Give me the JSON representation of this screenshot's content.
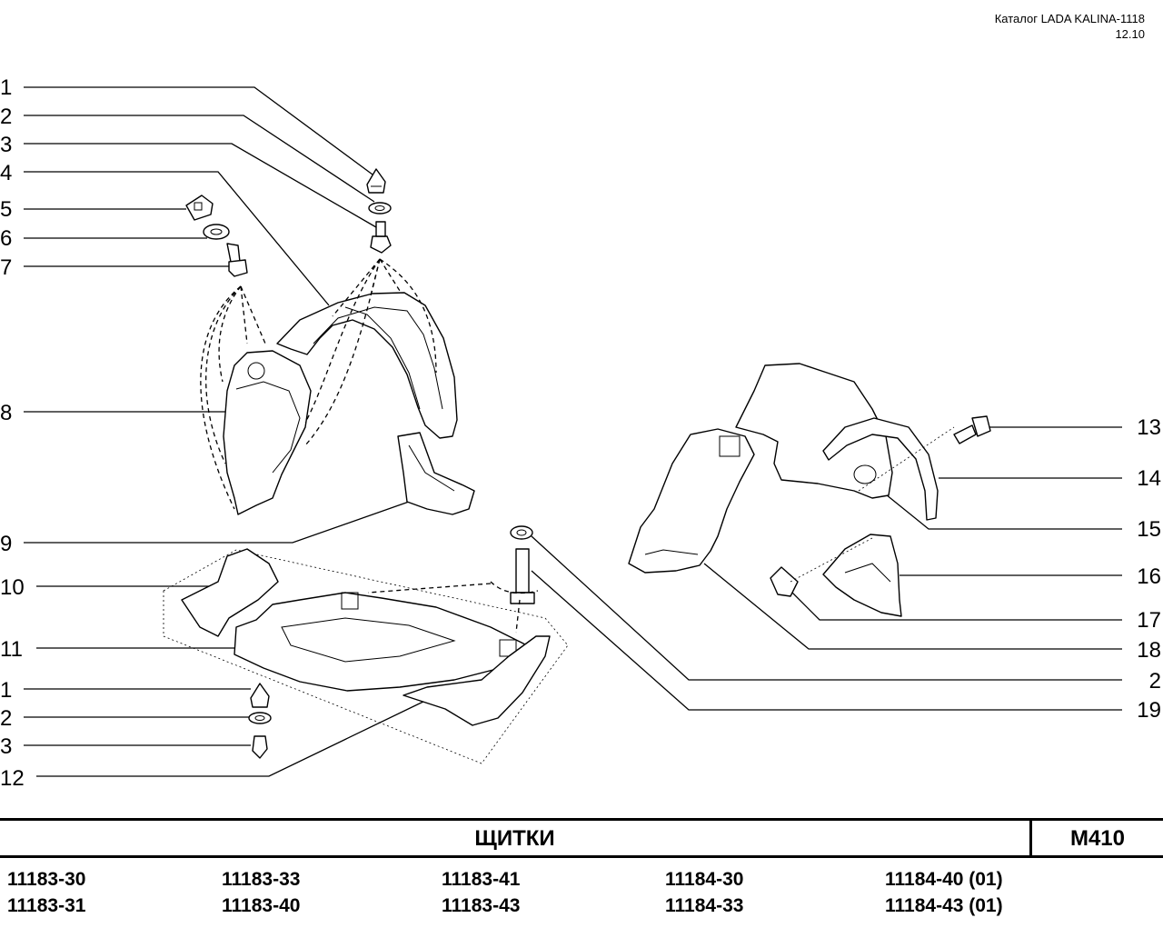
{
  "header": {
    "catalog": "Каталог LADA KALINA-1118",
    "date": "12.10"
  },
  "callouts": {
    "left": [
      "1",
      "2",
      "3",
      "4",
      "5",
      "6",
      "7",
      "8",
      "9",
      "10",
      "11",
      "1",
      "2",
      "3",
      "12"
    ],
    "right": [
      "13",
      "14",
      "15",
      "16",
      "17",
      "18",
      "2",
      "19"
    ]
  },
  "title": {
    "text": "ЩИТКИ",
    "code": "М410"
  },
  "models": [
    [
      "11183-30",
      "11183-31"
    ],
    [
      "11183-33",
      "11183-40"
    ],
    [
      "11183-41",
      "11183-43"
    ],
    [
      "11184-30",
      "11184-33"
    ],
    [
      "11184-40 (01)",
      "11184-43 (01)"
    ]
  ]
}
